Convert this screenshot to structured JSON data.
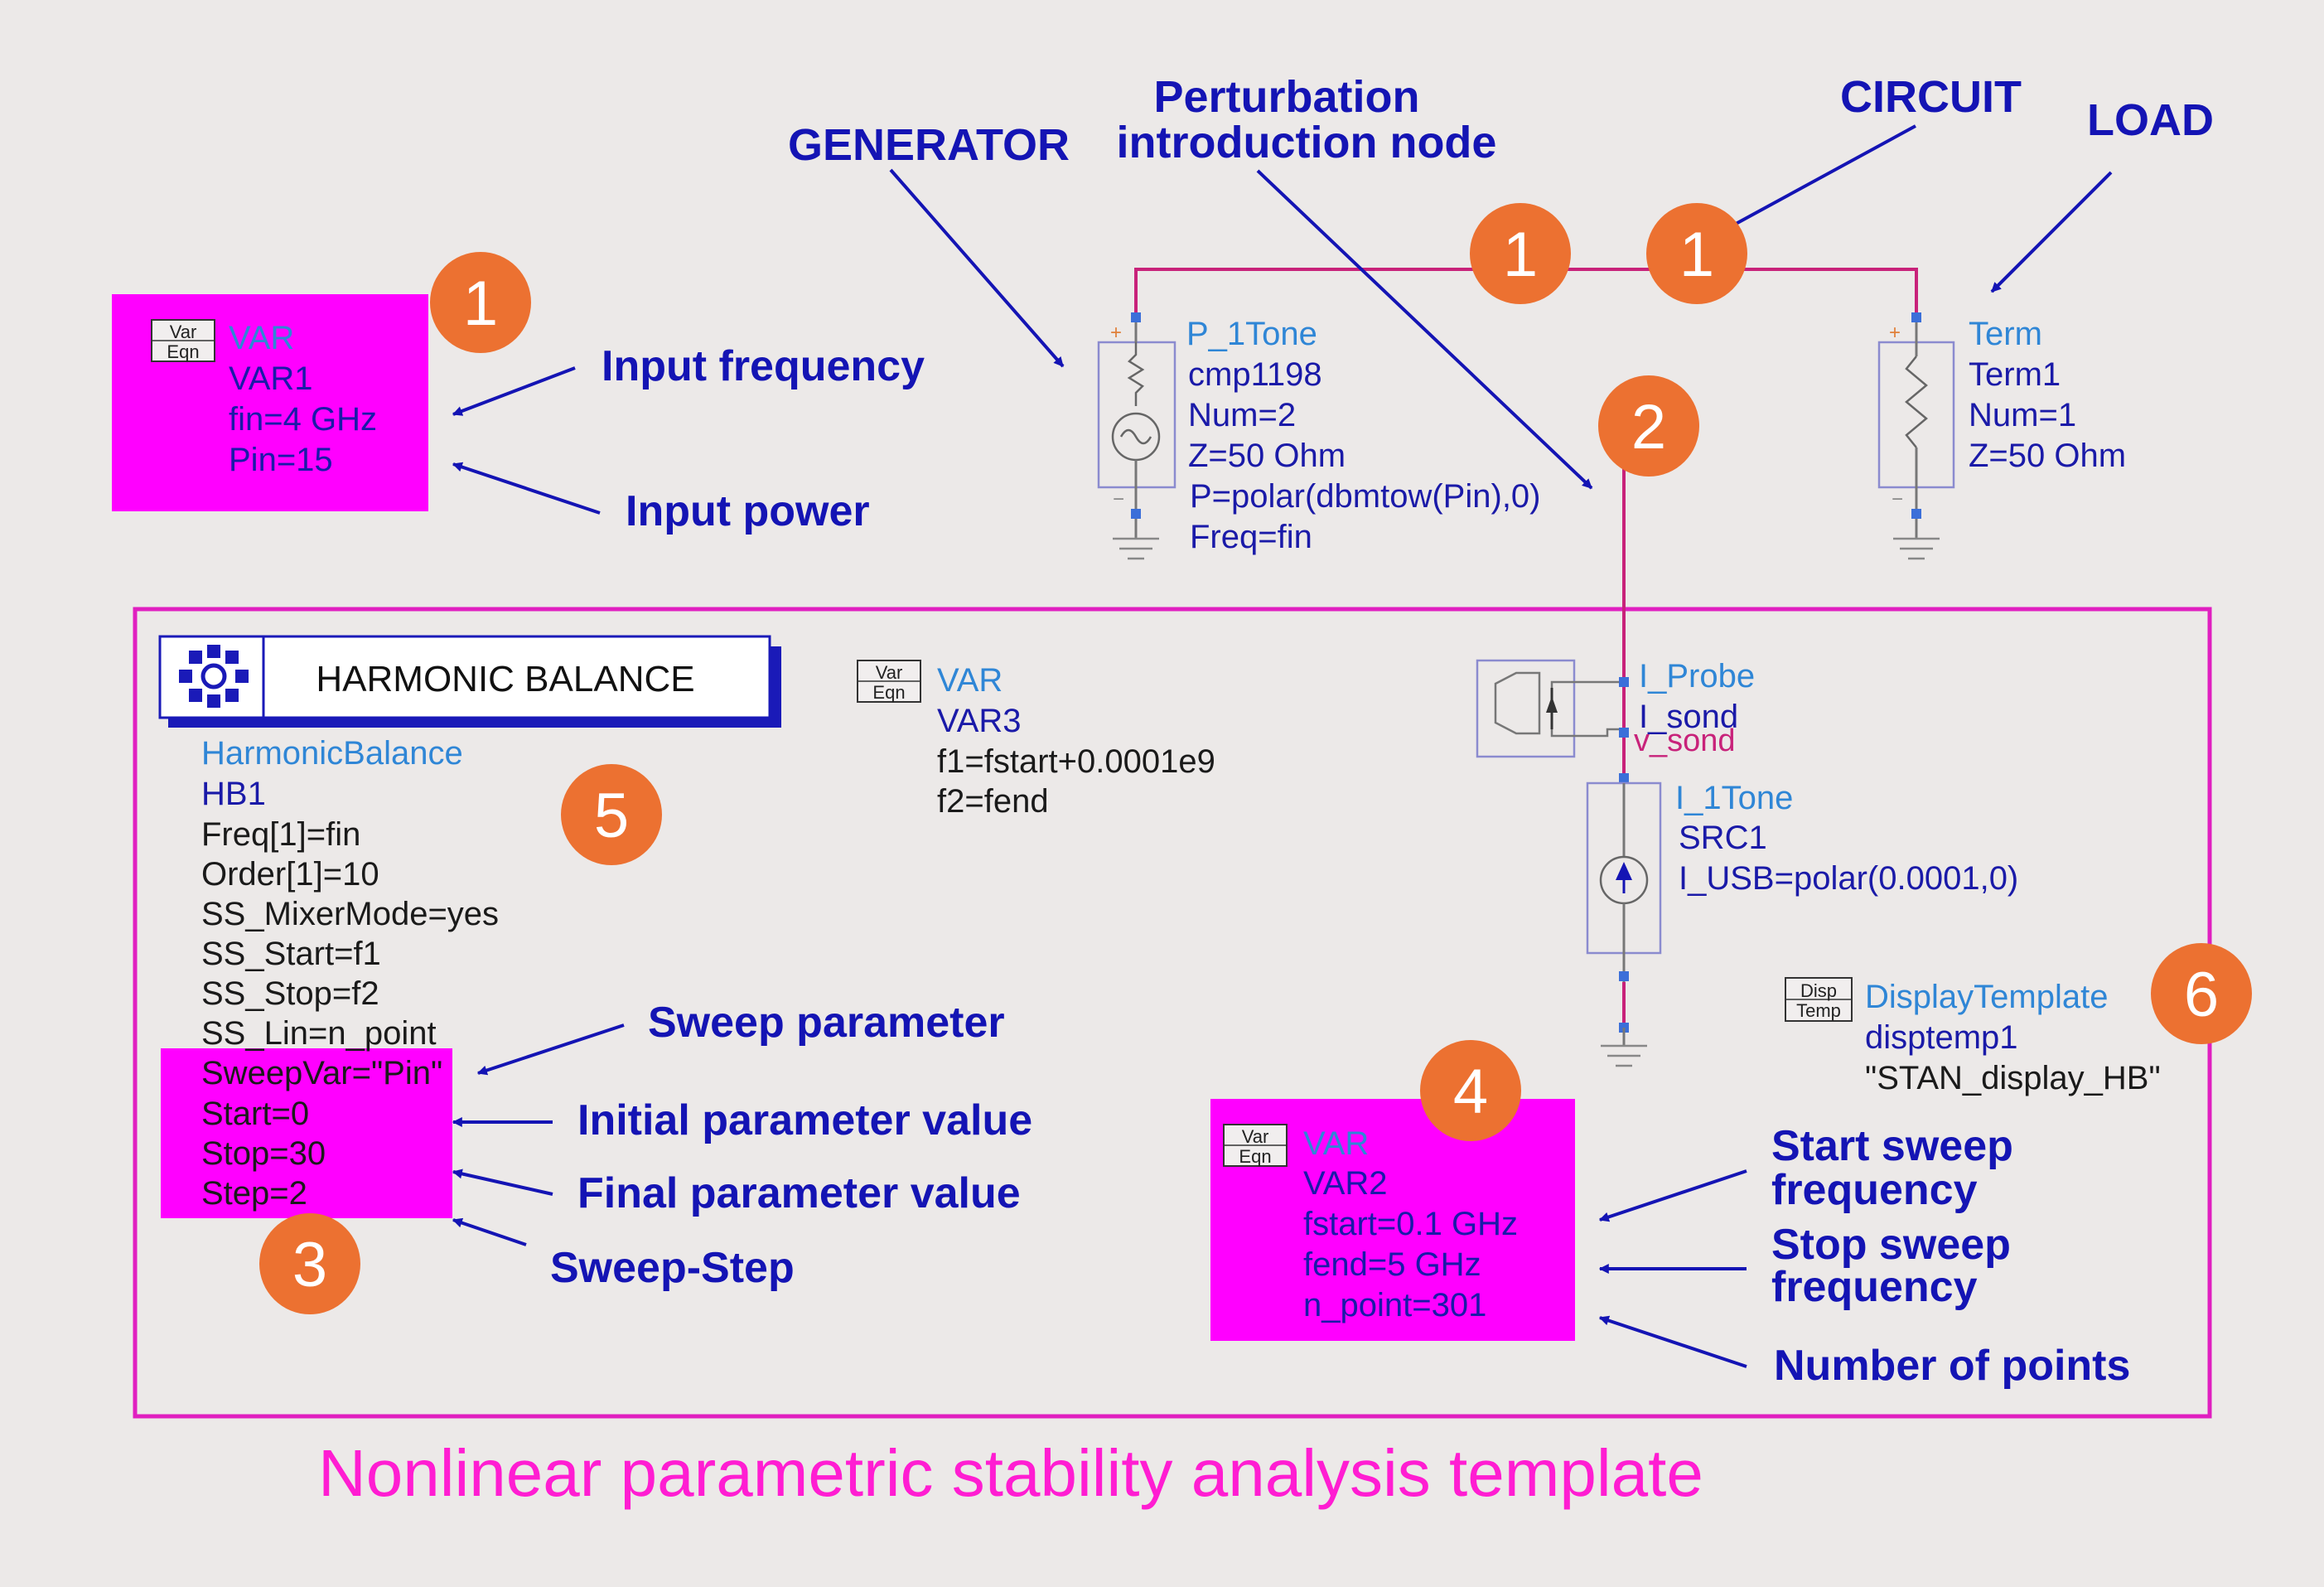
{
  "colors": {
    "background": "#ece9e8",
    "annotation": "#1414b4",
    "wire": "#c8227a",
    "highlight": "#ff00ff",
    "badge": "#ec7131",
    "cyan_text": "#2f86d6"
  },
  "annotations": {
    "generator": "GENERATOR",
    "perturbation_1": "Perturbation",
    "perturbation_2": "introduction node",
    "circuit": "CIRCUIT",
    "load": "LOAD",
    "input_frequency": "Input frequency",
    "input_power": "Input power",
    "sweep_parameter": "Sweep parameter",
    "initial_value": "Initial parameter value",
    "final_value": "Final parameter value",
    "sweep_step": "Sweep-Step",
    "start_sweep_1": "Start sweep",
    "start_sweep_2": "frequency",
    "stop_sweep_1": "Stop sweep",
    "stop_sweep_2": "frequency",
    "num_points": "Number of  points"
  },
  "badges": {
    "var1_badge": "1",
    "node_left_badge": "1",
    "node_right_badge": "1",
    "probe_badge": "2",
    "sweep_badge": "3",
    "var2_badge": "4",
    "hb_badge": "5",
    "display_badge": "6"
  },
  "var_icon": {
    "top": "Var",
    "bottom": "Eqn"
  },
  "disp_icon": {
    "top": "Disp",
    "bottom": "Temp"
  },
  "var1": {
    "type": "VAR",
    "name": "VAR1",
    "lines": [
      "fin=4 GHz",
      "Pin=15"
    ]
  },
  "p1tone": {
    "type": "P_1Tone",
    "name": "cmp1198",
    "lines": [
      "Num=2",
      "Z=50 Ohm",
      "P=polar(dbmtow(Pin),0)",
      "Freq=fin"
    ]
  },
  "term": {
    "type": "Term",
    "name": "Term1",
    "lines": [
      "Num=1",
      "Z=50 Ohm"
    ]
  },
  "probe": {
    "type": "I_Probe",
    "name": "I_sond",
    "node": "v_sond"
  },
  "src": {
    "type": "I_1Tone",
    "name": "SRC1",
    "lines": [
      "I_USB=polar(0.0001,0)"
    ]
  },
  "hb_header": "HARMONIC BALANCE",
  "hb": {
    "type": "HarmonicBalance",
    "name": "HB1",
    "lines": [
      "Freq[1]=fin",
      "Order[1]=10",
      "SS_MixerMode=yes",
      "SS_Start=f1",
      "SS_Stop=f2",
      "SS_Lin=n_point"
    ],
    "sweep_lines": [
      "SweepVar=\"Pin\"",
      "Start=0",
      "Stop=30",
      "Step=2"
    ]
  },
  "var3": {
    "type": "VAR",
    "name": "VAR3",
    "lines": [
      "f1=fstart+0.0001e9",
      "f2=fend"
    ]
  },
  "var2": {
    "type": "VAR",
    "name": "VAR2",
    "lines": [
      "fstart=0.1 GHz",
      "fend=5 GHz",
      "n_point=301"
    ]
  },
  "display": {
    "type": "DisplayTemplate",
    "name": "disptemp1",
    "value": "\"STAN_display_HB\""
  },
  "title": "Nonlinear parametric stability analysis template"
}
